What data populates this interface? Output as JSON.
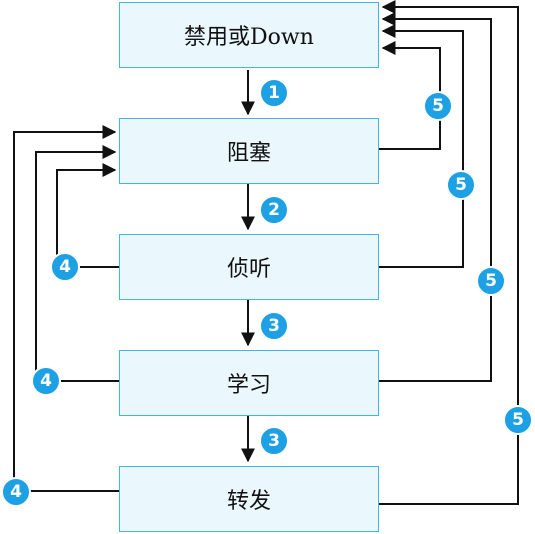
{
  "states": [
    {
      "id": "disabled",
      "label": "禁用或Down"
    },
    {
      "id": "blocking",
      "label": "阻塞"
    },
    {
      "id": "listening",
      "label": "侦听"
    },
    {
      "id": "learning",
      "label": "学习"
    },
    {
      "id": "forwarding",
      "label": "转发"
    }
  ],
  "transitions": [
    {
      "from": "disabled",
      "to": "blocking",
      "step": "1"
    },
    {
      "from": "blocking",
      "to": "listening",
      "step": "2"
    },
    {
      "from": "listening",
      "to": "learning",
      "step": "3"
    },
    {
      "from": "learning",
      "to": "forwarding",
      "step": "3"
    },
    {
      "from": "listening",
      "to": "blocking",
      "step": "4"
    },
    {
      "from": "learning",
      "to": "blocking",
      "step": "4"
    },
    {
      "from": "forwarding",
      "to": "blocking",
      "step": "4"
    },
    {
      "from": "blocking",
      "to": "disabled",
      "step": "5"
    },
    {
      "from": "listening",
      "to": "disabled",
      "step": "5"
    },
    {
      "from": "learning",
      "to": "disabled",
      "step": "5"
    },
    {
      "from": "forwarding",
      "to": "disabled",
      "step": "5"
    }
  ],
  "colors": {
    "box_border": "#3fb6ea",
    "box_fill": "#eaf7fd",
    "badge": "#1ea0e4",
    "line": "#111111"
  }
}
